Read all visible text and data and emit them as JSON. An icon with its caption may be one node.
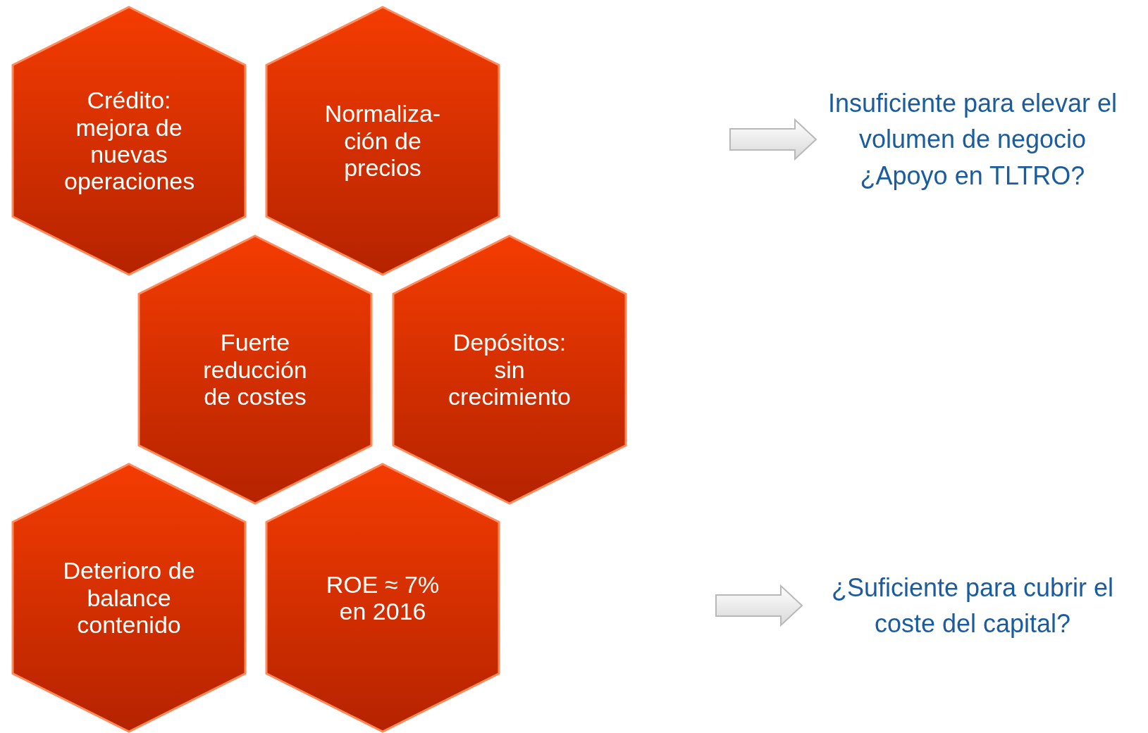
{
  "diagram": {
    "nodes": [
      {
        "text": [
          "Crédito: mejora de nuevas operaciones"
        ]
      },
      {
        "text": [
          "Normaliza-ción de precios"
        ]
      },
      {
        "text": [
          "Fuerte reducción de costes"
        ]
      },
      {
        "text": [
          "Depósitos: sin crecimiento"
        ]
      },
      {
        "text": [
          "Deterioro de balance contenido"
        ]
      },
      {
        "text": [
          "ROE ≈ 7% en 2016"
        ]
      },
      {
        "text": [
          "Insuficiente para elevar el volumen de negocio",
          "¿Apoyo en TLTRO?"
        ]
      },
      {
        "text": [
          "¿Suficiente para cubrir el coste del capital?"
        ]
      }
    ],
    "edges": [
      {
        "from": null,
        "to": 6,
        "arrow": "to"
      },
      {
        "from": null,
        "to": 7,
        "arrow": "to"
      }
    ]
  }
}
